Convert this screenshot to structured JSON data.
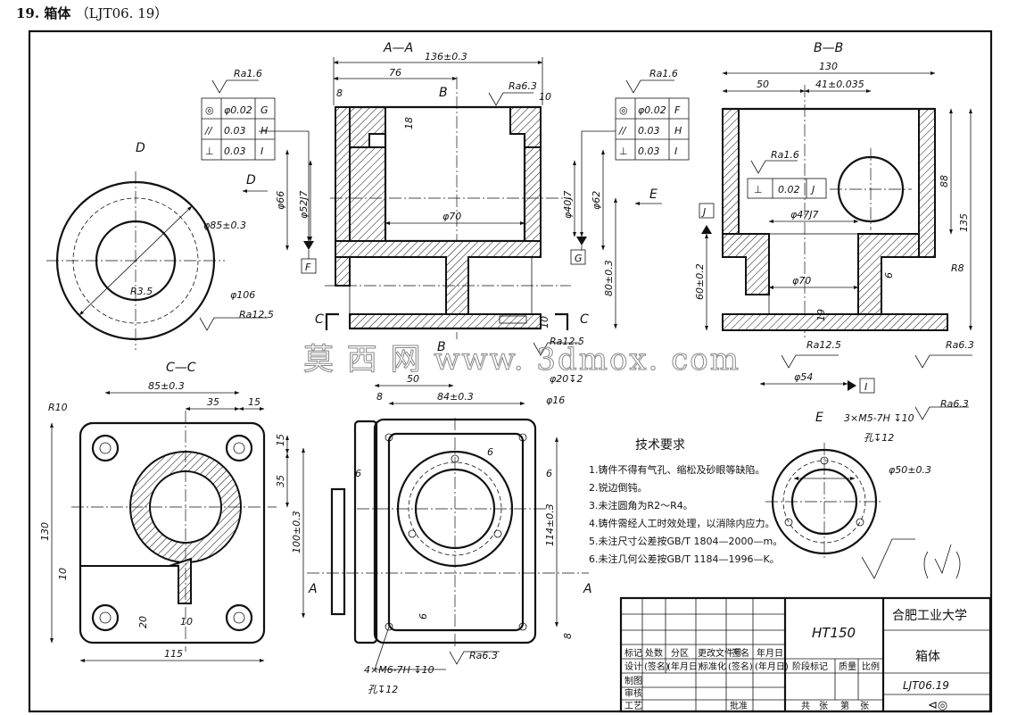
{
  "header": {
    "number": "19.",
    "title": "箱体",
    "code": "（LJT06. 19）"
  },
  "views": {
    "aa": "A—A",
    "bb": "B—B",
    "cc": "C—C",
    "d": "D",
    "e": "E",
    "d_arrow": "D",
    "e_arrow": "E",
    "b_top": "B",
    "b_bot": "B",
    "c_left": "C",
    "c_right": "C",
    "a_left": "A",
    "a_right": "A"
  },
  "dims": {
    "d136": "136±0.3",
    "d76": "76",
    "d8a": "8",
    "d10a": "10",
    "d18": "18",
    "phi66": "φ66",
    "phi52": "φ52J7",
    "phi70a": "φ70",
    "phi40": "φ40J7",
    "phi62": "φ62",
    "d80": "80±0.3",
    "d10b": "10",
    "phi20": "φ20↧2",
    "d130b": "130",
    "d50b": "50",
    "d41": "41±0.035",
    "d88": "88",
    "d135": "135",
    "phi47": "φ47J7",
    "d6b": "6",
    "r8": "R8",
    "d60": "60±0.2",
    "phi70b": "φ70",
    "d19": "19",
    "phi54": "φ54",
    "phi85": "φ85±0.3",
    "phi106": "φ106",
    "r35": "R3.5",
    "d85c": "85±0.3",
    "d35c": "35",
    "d15c": "15",
    "r10": "R10",
    "d15c2": "15",
    "d35c2": "35",
    "d130c": "130",
    "d100": "100±0.3",
    "d10c": "10",
    "d20c": "20",
    "d10c2": "10",
    "d115": "115",
    "d50f": "50",
    "d84": "84±0.3",
    "d8f": "8",
    "phi16": "φ16",
    "d6f1": "6",
    "d6f2": "6",
    "d6f3": "6",
    "d114": "114±0.3",
    "d6f4": "6",
    "d8f2": "8",
    "m6": "4×M6-7H ↧10",
    "m6b": "孔↧12",
    "m5": "3×M5-7H ↧10",
    "m5b": "孔↧12",
    "phi50": "φ50±0.3"
  },
  "roughness": {
    "r1": "Ra1.6",
    "r2": "Ra6.3",
    "r3": "Ra1.6",
    "r4": "Ra1.6",
    "r5": "Ra12.5",
    "r6": "Ra12.5",
    "r7": "Ra12.5",
    "r8": "Ra6.3",
    "r9": "Ra6.3",
    "r10": "Ra6.3"
  },
  "gdt_left": [
    {
      "sym": "◎",
      "val": "φ0.02",
      "ref": "G"
    },
    {
      "sym": "//",
      "val": "0.03",
      "ref": "H"
    },
    {
      "sym": "⊥",
      "val": "0.03",
      "ref": "I"
    }
  ],
  "gdt_right": [
    {
      "sym": "◎",
      "val": "φ0.02",
      "ref": "F"
    },
    {
      "sym": "//",
      "val": "0.03",
      "ref": "H"
    },
    {
      "sym": "⊥",
      "val": "0.03",
      "ref": "I"
    }
  ],
  "gdt_bb": {
    "sym": "⊥",
    "val": "0.02",
    "ref": "J"
  },
  "datums": {
    "f": "F",
    "g": "G",
    "j": "J",
    "i": "I"
  },
  "tech": {
    "title": "技术要求",
    "items": [
      "1.铸件不得有气孔、缩松及砂眼等缺陷。",
      "2.锐边倒钝。",
      "3.未注圆角为R2～R4。",
      "4.铸件需经人工时效处理，以消除内应力。",
      "5.未注尺寸公差按GB/T 1804—2000—m。",
      "6.未注几何公差按GB/T 1184—1996—K。"
    ]
  },
  "title_block": {
    "material": "HT150",
    "school": "合肥工业大学",
    "part": "箱体",
    "code": "LJT06.19",
    "r1": [
      "标记",
      "处数",
      "分区",
      "更改文件号",
      "签名",
      "年月日"
    ],
    "r2": [
      "设计",
      "(签名)",
      "(年月日)",
      "标准化",
      "(签名)",
      "(年月日)"
    ],
    "r3": "制图",
    "r4": "审核",
    "r5": "工艺",
    "approve": "批准",
    "stage": "阶段标记",
    "weight": "质量",
    "scale": "比例",
    "sheets": [
      "共",
      "张",
      "第",
      "张"
    ]
  },
  "watermark": "莫 西 网 www. 3dmox. com"
}
